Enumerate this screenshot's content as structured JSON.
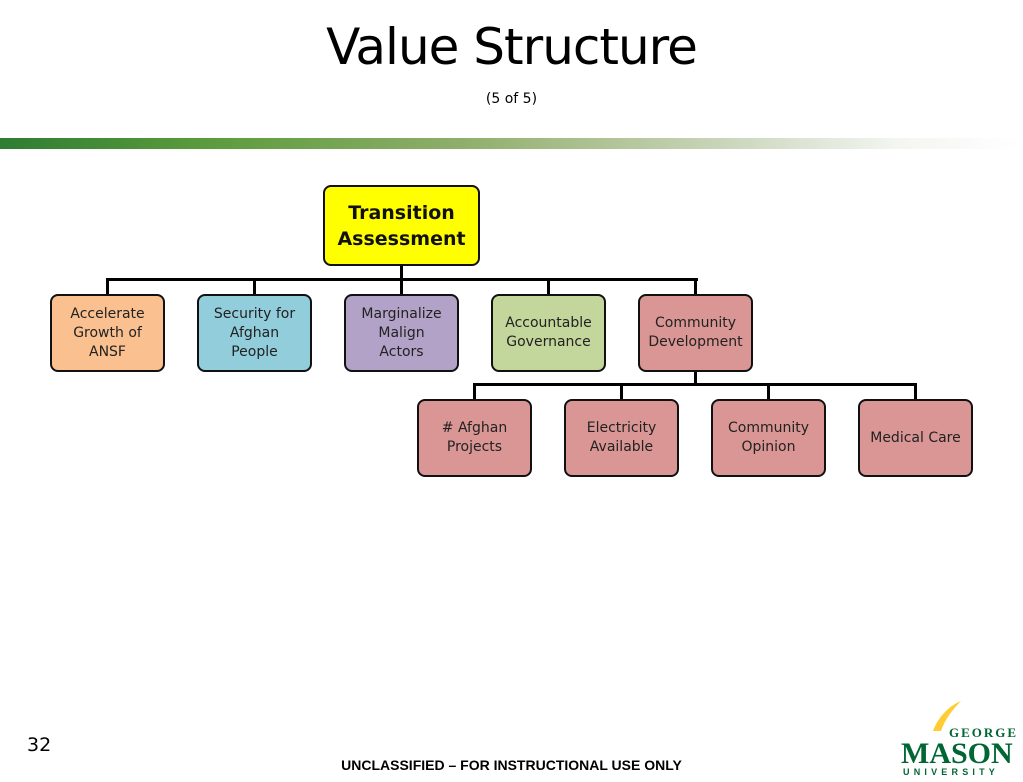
{
  "slide": {
    "title": "Value Structure",
    "subtitle": "(5 of 5)",
    "page_number": "32",
    "footer": "UNCLASSIFIED – FOR INSTRUCTIONAL USE ONLY"
  },
  "diagram": {
    "root": {
      "label": "Transition\nAssessment",
      "color": "#ffff00"
    },
    "level1": [
      {
        "label": "Accelerate\nGrowth of\nANSF",
        "color": "#fac090"
      },
      {
        "label": "Security for\nAfghan\nPeople",
        "color": "#92cddc"
      },
      {
        "label": "Marginalize\nMalign\nActors",
        "color": "#b3a2c7"
      },
      {
        "label": "Accountable\nGovernance",
        "color": "#c3d69b"
      },
      {
        "label": "Community\nDevelopment",
        "color": "#d99694"
      }
    ],
    "level2": [
      {
        "label": "# Afghan\nProjects",
        "color": "#d99694"
      },
      {
        "label": "Electricity\nAvailable",
        "color": "#d99694"
      },
      {
        "label": "Community\nOpinion",
        "color": "#d99694"
      },
      {
        "label": "Medical Care",
        "color": "#d99694"
      }
    ]
  },
  "logo": {
    "top_text": "GEORGE",
    "main_text": "MASON",
    "bottom_text": "UNIVERSITY",
    "green": "#006633",
    "gold": "#ffcc33"
  }
}
